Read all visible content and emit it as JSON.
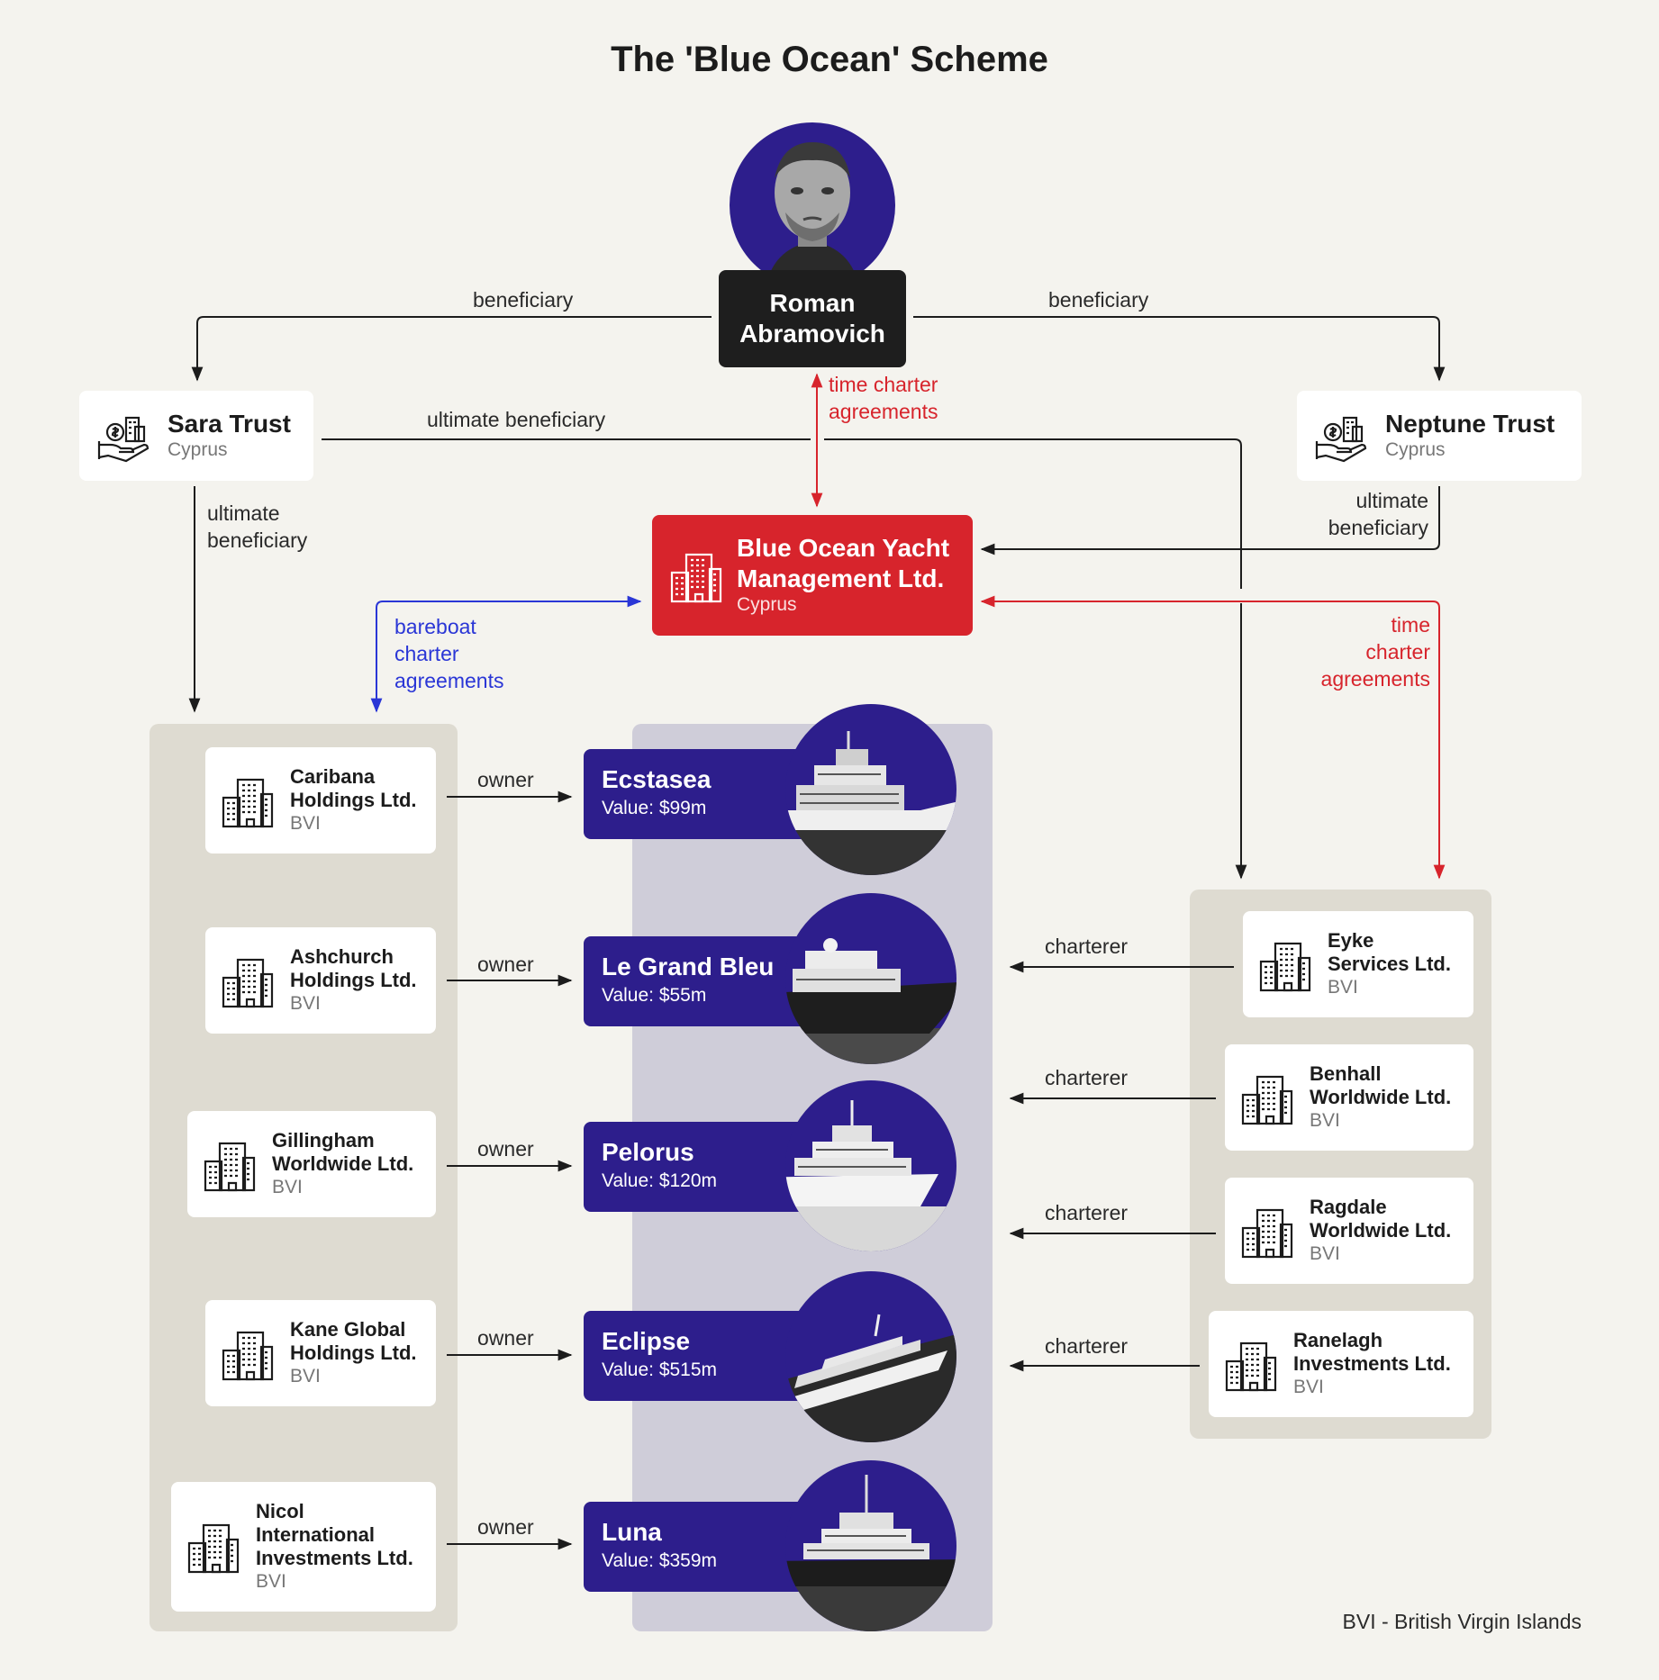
{
  "title": "The 'Blue Ocean' Scheme",
  "person": {
    "name": "Roman\nAbramovich"
  },
  "trusts": {
    "sara": {
      "name": "Sara Trust",
      "jurisdiction": "Cyprus"
    },
    "neptune": {
      "name": "Neptune Trust",
      "jurisdiction": "Cyprus"
    }
  },
  "management": {
    "name": "Blue Ocean Yacht\nManagement Ltd.",
    "jurisdiction": "Cyprus"
  },
  "labels": {
    "beneficiary": "beneficiary",
    "ultimate_beneficiary": "ultimate beneficiary",
    "ultimate_beneficiary_stacked": "ultimate\nbeneficiary",
    "time_charter_center": "time charter\nagreements",
    "time_charter_right": "time\ncharter\nagreements",
    "bareboat": "bareboat\ncharter\nagreements",
    "owner": "owner",
    "charterer": "charterer"
  },
  "owners": [
    {
      "name": "Caribana\nHoldings Ltd.",
      "jurisdiction": "BVI"
    },
    {
      "name": "Ashchurch\nHoldings Ltd.",
      "jurisdiction": "BVI"
    },
    {
      "name": "Gillingham\nWorldwide Ltd.",
      "jurisdiction": "BVI"
    },
    {
      "name": "Kane Global\nHoldings Ltd.",
      "jurisdiction": "BVI"
    },
    {
      "name": "Nicol\nInternational\nInvestments Ltd.",
      "jurisdiction": "BVI"
    }
  ],
  "yachts": [
    {
      "name": "Ecstasea",
      "value": "Value: $99m"
    },
    {
      "name": "Le Grand Bleu",
      "value": "Value: $55m"
    },
    {
      "name": "Pelorus",
      "value": "Value: $120m"
    },
    {
      "name": "Eclipse",
      "value": "Value: $515m"
    },
    {
      "name": "Luna",
      "value": "Value: $359m"
    }
  ],
  "charterers": [
    {
      "name": "Eyke\nServices Ltd.",
      "jurisdiction": "BVI"
    },
    {
      "name": "Benhall\nWorldwide Ltd.",
      "jurisdiction": "BVI"
    },
    {
      "name": "Ragdale\nWorldwide Ltd.",
      "jurisdiction": "BVI"
    },
    {
      "name": "Ranelagh\nInvestments Ltd.",
      "jurisdiction": "BVI"
    }
  ],
  "footnote": "BVI - British Virgin Islands",
  "colors": {
    "background": "#f4f3ee",
    "panel_beige": "#dedbd1",
    "panel_lavender": "#cfcdd9",
    "navy": "#2d1e8c",
    "red": "#d7242c",
    "blue_arrow": "#2a36d6",
    "dark_box": "#1e1e1e"
  },
  "icons": [
    "building-icon",
    "trust-hand-money-icon",
    "person-photo",
    "yacht-photo"
  ]
}
